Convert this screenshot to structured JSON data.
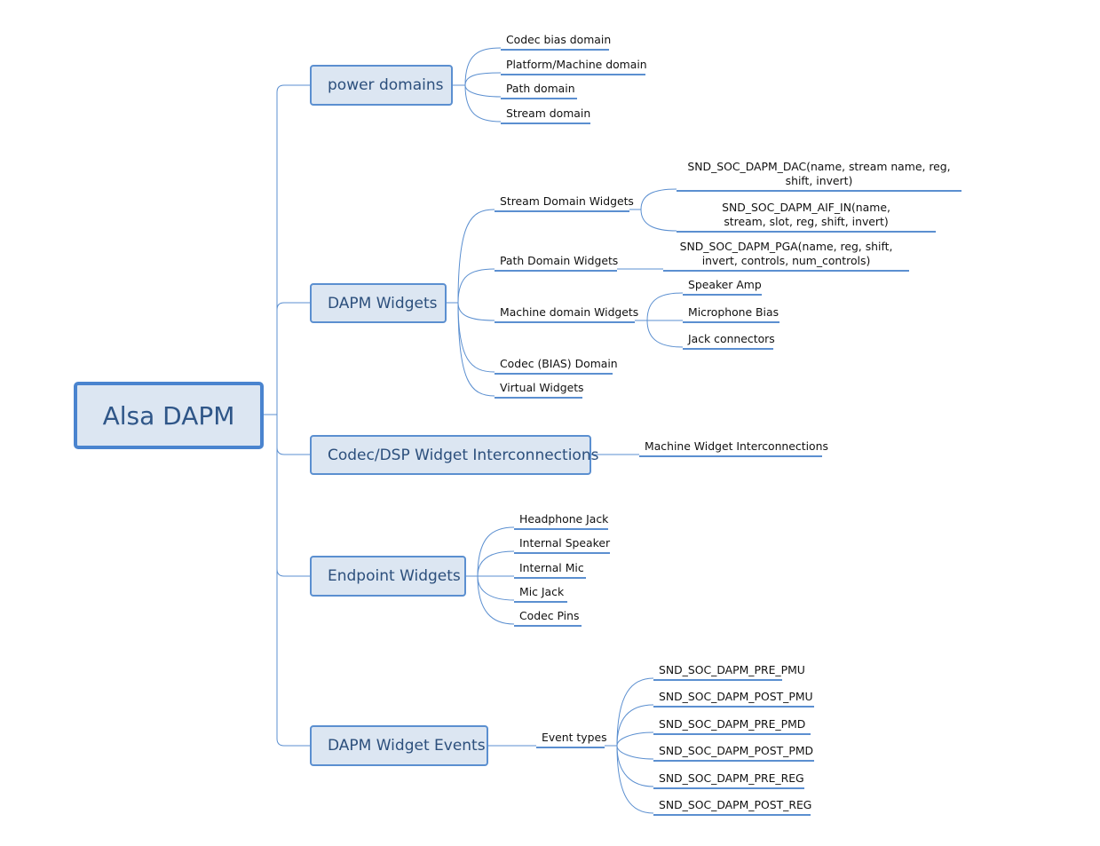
{
  "root": "Alsa DAPM",
  "branches": {
    "power": {
      "label": "power domains",
      "items": [
        "Codec bias domain",
        "Platform/Machine domain",
        "Path domain",
        "Stream domain"
      ]
    },
    "widgets": {
      "label": "DAPM Widgets",
      "stream": "Stream Domain Widgets",
      "stream_items": [
        "SND_SOC_DAPM_DAC(name, stream name, reg, shift, invert)",
        "SND_SOC_DAPM_AIF_IN(name, stream, slot, reg, shift, invert)"
      ],
      "path": "Path Domain Widgets",
      "path_items": [
        "SND_SOC_DAPM_PGA(name, reg, shift, invert, controls, num_controls)"
      ],
      "machine": "Machine domain Widgets",
      "machine_items": [
        "Speaker Amp",
        "Microphone Bias",
        "Jack connectors"
      ],
      "codec_bias": "Codec (BIAS) Domain",
      "virtual": "Virtual Widgets"
    },
    "interconnect": {
      "label": "Codec/DSP Widget Interconnections",
      "items": [
        "Machine Widget Interconnections"
      ]
    },
    "endpoint": {
      "label": "Endpoint Widgets",
      "items": [
        "Headphone Jack",
        "Internal Speaker",
        "Internal Mic",
        "Mic Jack",
        "Codec Pins"
      ]
    },
    "events": {
      "label": "DAPM Widget Events",
      "types": "Event types",
      "items": [
        "SND_SOC_DAPM_PRE_PMU",
        "SND_SOC_DAPM_POST_PMU",
        "SND_SOC_DAPM_PRE_PMD",
        "SND_SOC_DAPM_POST_PMD",
        "SND_SOC_DAPM_PRE_REG",
        "SND_SOC_DAPM_POST_REG"
      ]
    }
  },
  "colors": {
    "line": "#5b8fd0",
    "box_fill": "#dce6f2",
    "box_text": "#2c4f7c"
  }
}
